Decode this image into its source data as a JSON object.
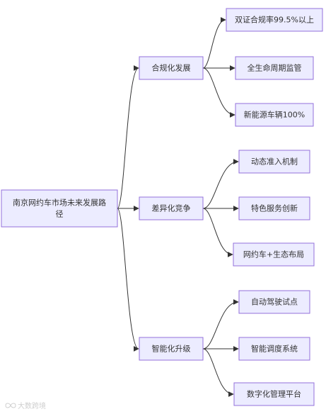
{
  "diagram": {
    "type": "flowchart",
    "direction": "LR",
    "root": {
      "id": "root",
      "label_lines": [
        "南京网约车市场未来发展路",
        "径"
      ]
    },
    "branches": [
      {
        "id": "b1",
        "label": "合规化发展",
        "children": [
          {
            "id": "b1c1",
            "label": "双证合规率99.5%以上"
          },
          {
            "id": "b1c2",
            "label": "全生命周期监管"
          },
          {
            "id": "b1c3",
            "label": "新能源车辆100%"
          }
        ]
      },
      {
        "id": "b2",
        "label": "差异化竞争",
        "children": [
          {
            "id": "b2c1",
            "label": "动态准入机制"
          },
          {
            "id": "b2c2",
            "label": "特色服务创新"
          },
          {
            "id": "b2c3",
            "label": "网约车+生态布局"
          }
        ]
      },
      {
        "id": "b3",
        "label": "智能化升级",
        "children": [
          {
            "id": "b3c1",
            "label": "自动驾驶试点"
          },
          {
            "id": "b3c2",
            "label": "智能调度系统"
          },
          {
            "id": "b3c3",
            "label": "数字化管理平台"
          }
        ]
      }
    ],
    "colors": {
      "node_fill": "#ececff",
      "node_stroke": "#9370db",
      "edge": "#333333",
      "text": "#333333"
    }
  },
  "watermark": {
    "text": "大数跨境",
    "icon": "infinity-logo-icon"
  }
}
